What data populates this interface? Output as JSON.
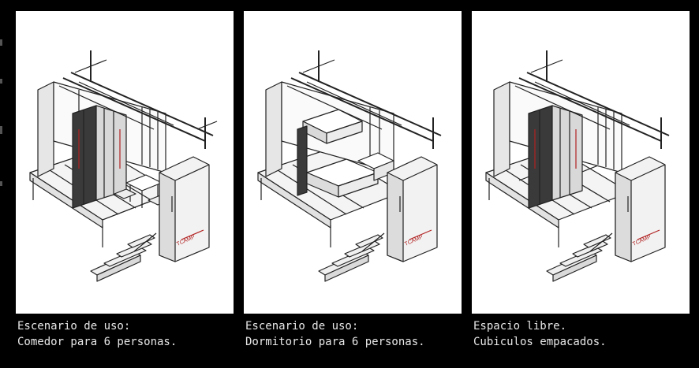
{
  "panels": [
    {
      "scenario": "dining",
      "caption_line1": "Escenario de uso:",
      "caption_line2": "Comedor para 6 personas."
    },
    {
      "scenario": "bedroom",
      "caption_line1": "Escenario de uso:",
      "caption_line2": "Dormitorio para 6 personas."
    },
    {
      "scenario": "packed",
      "caption_line1": "Espacio libre.",
      "caption_line2": "Cubiculos empacados."
    }
  ],
  "logo_text": "TCAMP",
  "colors": {
    "background": "#000000",
    "panel": "#ffffff",
    "line": "#222222",
    "shade": "#cfcfcf",
    "accent": "#b22222"
  }
}
